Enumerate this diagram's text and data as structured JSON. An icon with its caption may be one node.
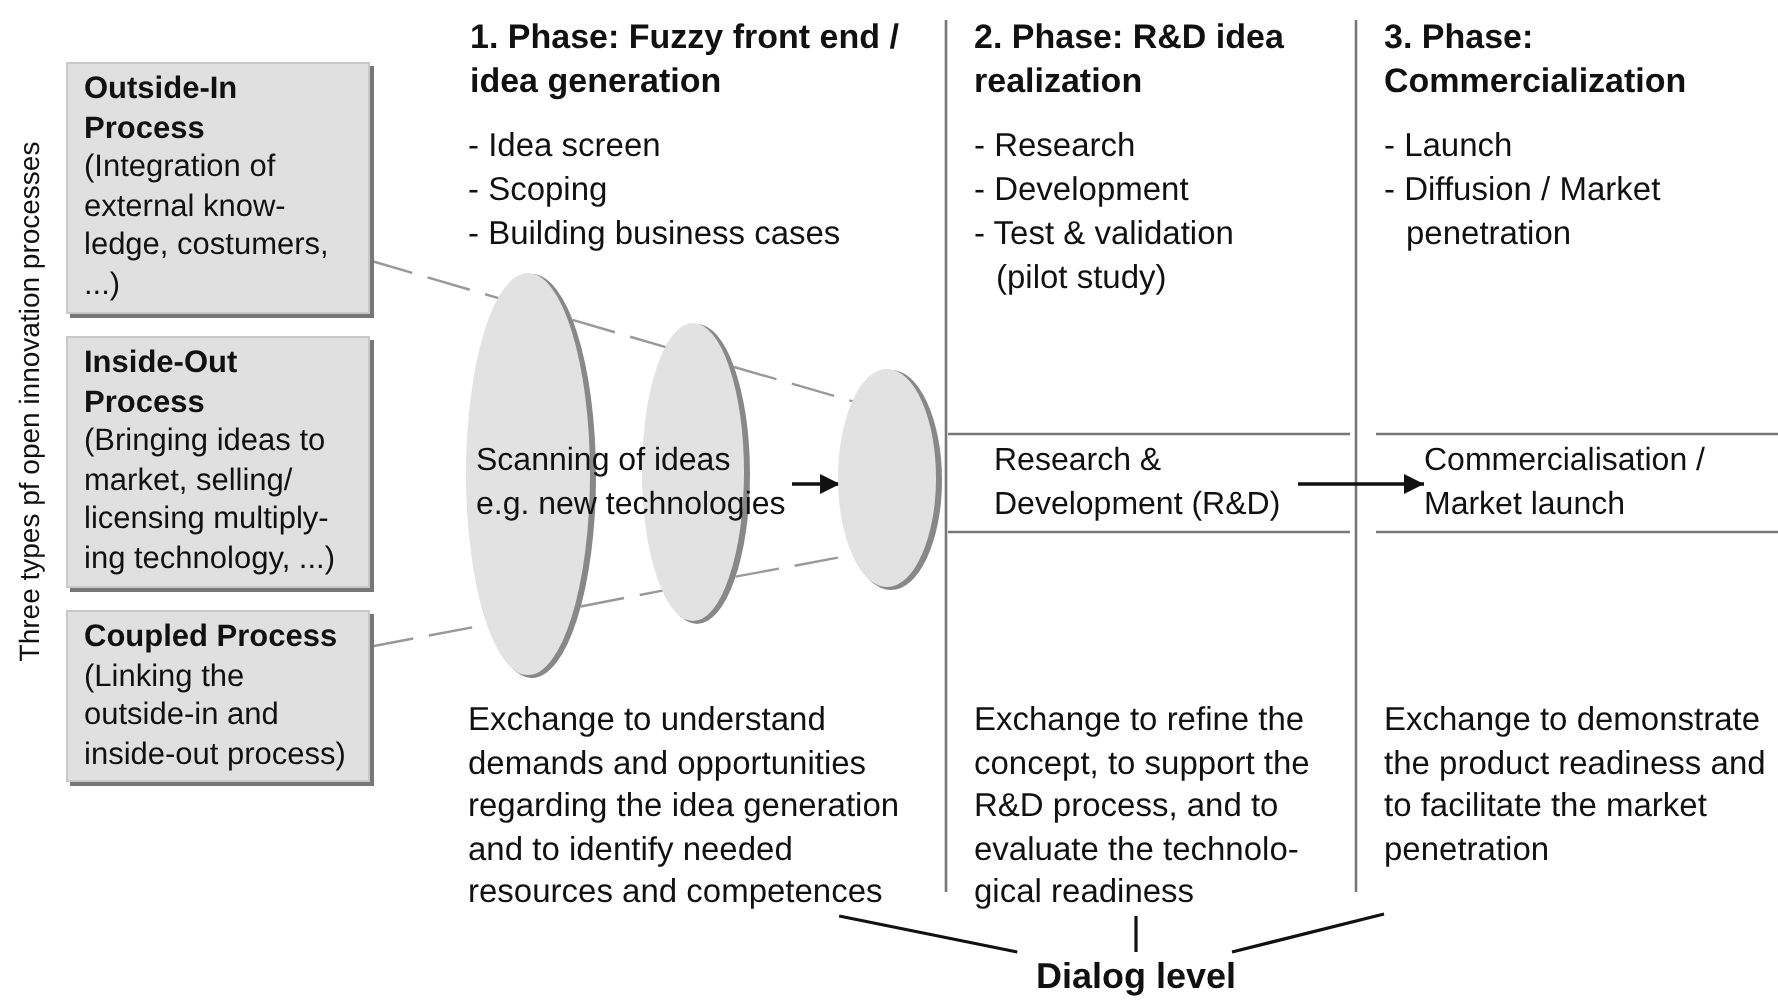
{
  "diagram": {
    "nodes": [
      {
        "text": [
          "Outside-In Process",
          "(Integration of external know-ledge, costumers, ...)"
        ]
      },
      {
        "text": [
          "Inside-Out Process",
          "(Bringing ideas to market, selling/ licensing multiply-ing technology, ...)"
        ]
      },
      {
        "text": [
          "Coupled Process",
          "(Linking the outside-in and inside-out process)"
        ]
      },
      {
        "text": [],
        "shape": "ellipse"
      },
      {
        "text": [],
        "shape": "ellipse"
      },
      {
        "text": [],
        "shape": "ellipse"
      },
      {
        "text": [
          "Scanning of ideas e.g. new technologies"
        ]
      },
      {
        "text": [
          "Research & Development (R&D)"
        ]
      },
      {
        "text": [
          "Commercialisation / Market launch"
        ]
      },
      {
        "text": [
          "Exchange to understand demands and opportunities regarding the idea generation and to identify needed resources and competences"
        ]
      },
      {
        "text": [
          "Exchange to refine the concept, to support the R&D process, and to evaluate the technolo-gical readiness"
        ]
      },
      {
        "text": [
          "Exchange to demonstrate the product readiness and to facilitate the market penetration"
        ]
      },
      {
        "text": [
          "Dialog level"
        ]
      }
    ],
    "edges": [
      {
        "from": 0,
        "to": 3,
        "arrow": "none",
        "style": "dashed",
        "color": "#999999"
      },
      {
        "from": 3,
        "to": 4,
        "arrow": "none",
        "style": "dashed",
        "color": "#999999"
      },
      {
        "from": 4,
        "to": 5,
        "arrow": "none",
        "style": "dashed",
        "color": "#999999"
      },
      {
        "from": 2,
        "to": 3,
        "arrow": "none",
        "style": "dashed",
        "color": "#999999"
      },
      {
        "from": 3,
        "to": 4,
        "arrow": "none",
        "style": "dashed",
        "color": "#999999"
      },
      {
        "from": 4,
        "to": 5,
        "arrow": "none",
        "style": "dashed",
        "color": "#999999"
      },
      {
        "from": 6,
        "to": 5,
        "arrow": "to",
        "color": "#111111"
      },
      {
        "from": 7,
        "to": 8,
        "arrow": "to",
        "color": "#111111"
      },
      {
        "from": 12,
        "to": 9,
        "arrow": "none",
        "color": "#111111"
      },
      {
        "from": 12,
        "to": 10,
        "arrow": "none",
        "color": "#111111"
      },
      {
        "from": 12,
        "to": 11,
        "arrow": "none",
        "color": "#111111"
      }
    ],
    "labels": [
      "Three types pf open innovation processes",
      "1. Phase: Fuzzy front end / idea generation",
      "2. Phase: R&D idea realization",
      "3. Phase: Commercialization",
      "- Idea screen",
      "- Scoping",
      "- Building business cases",
      "- Research",
      "- Development",
      "- Test & validation (pilot study)",
      "- Launch",
      "- Diffusion / Market penetration"
    ]
  }
}
